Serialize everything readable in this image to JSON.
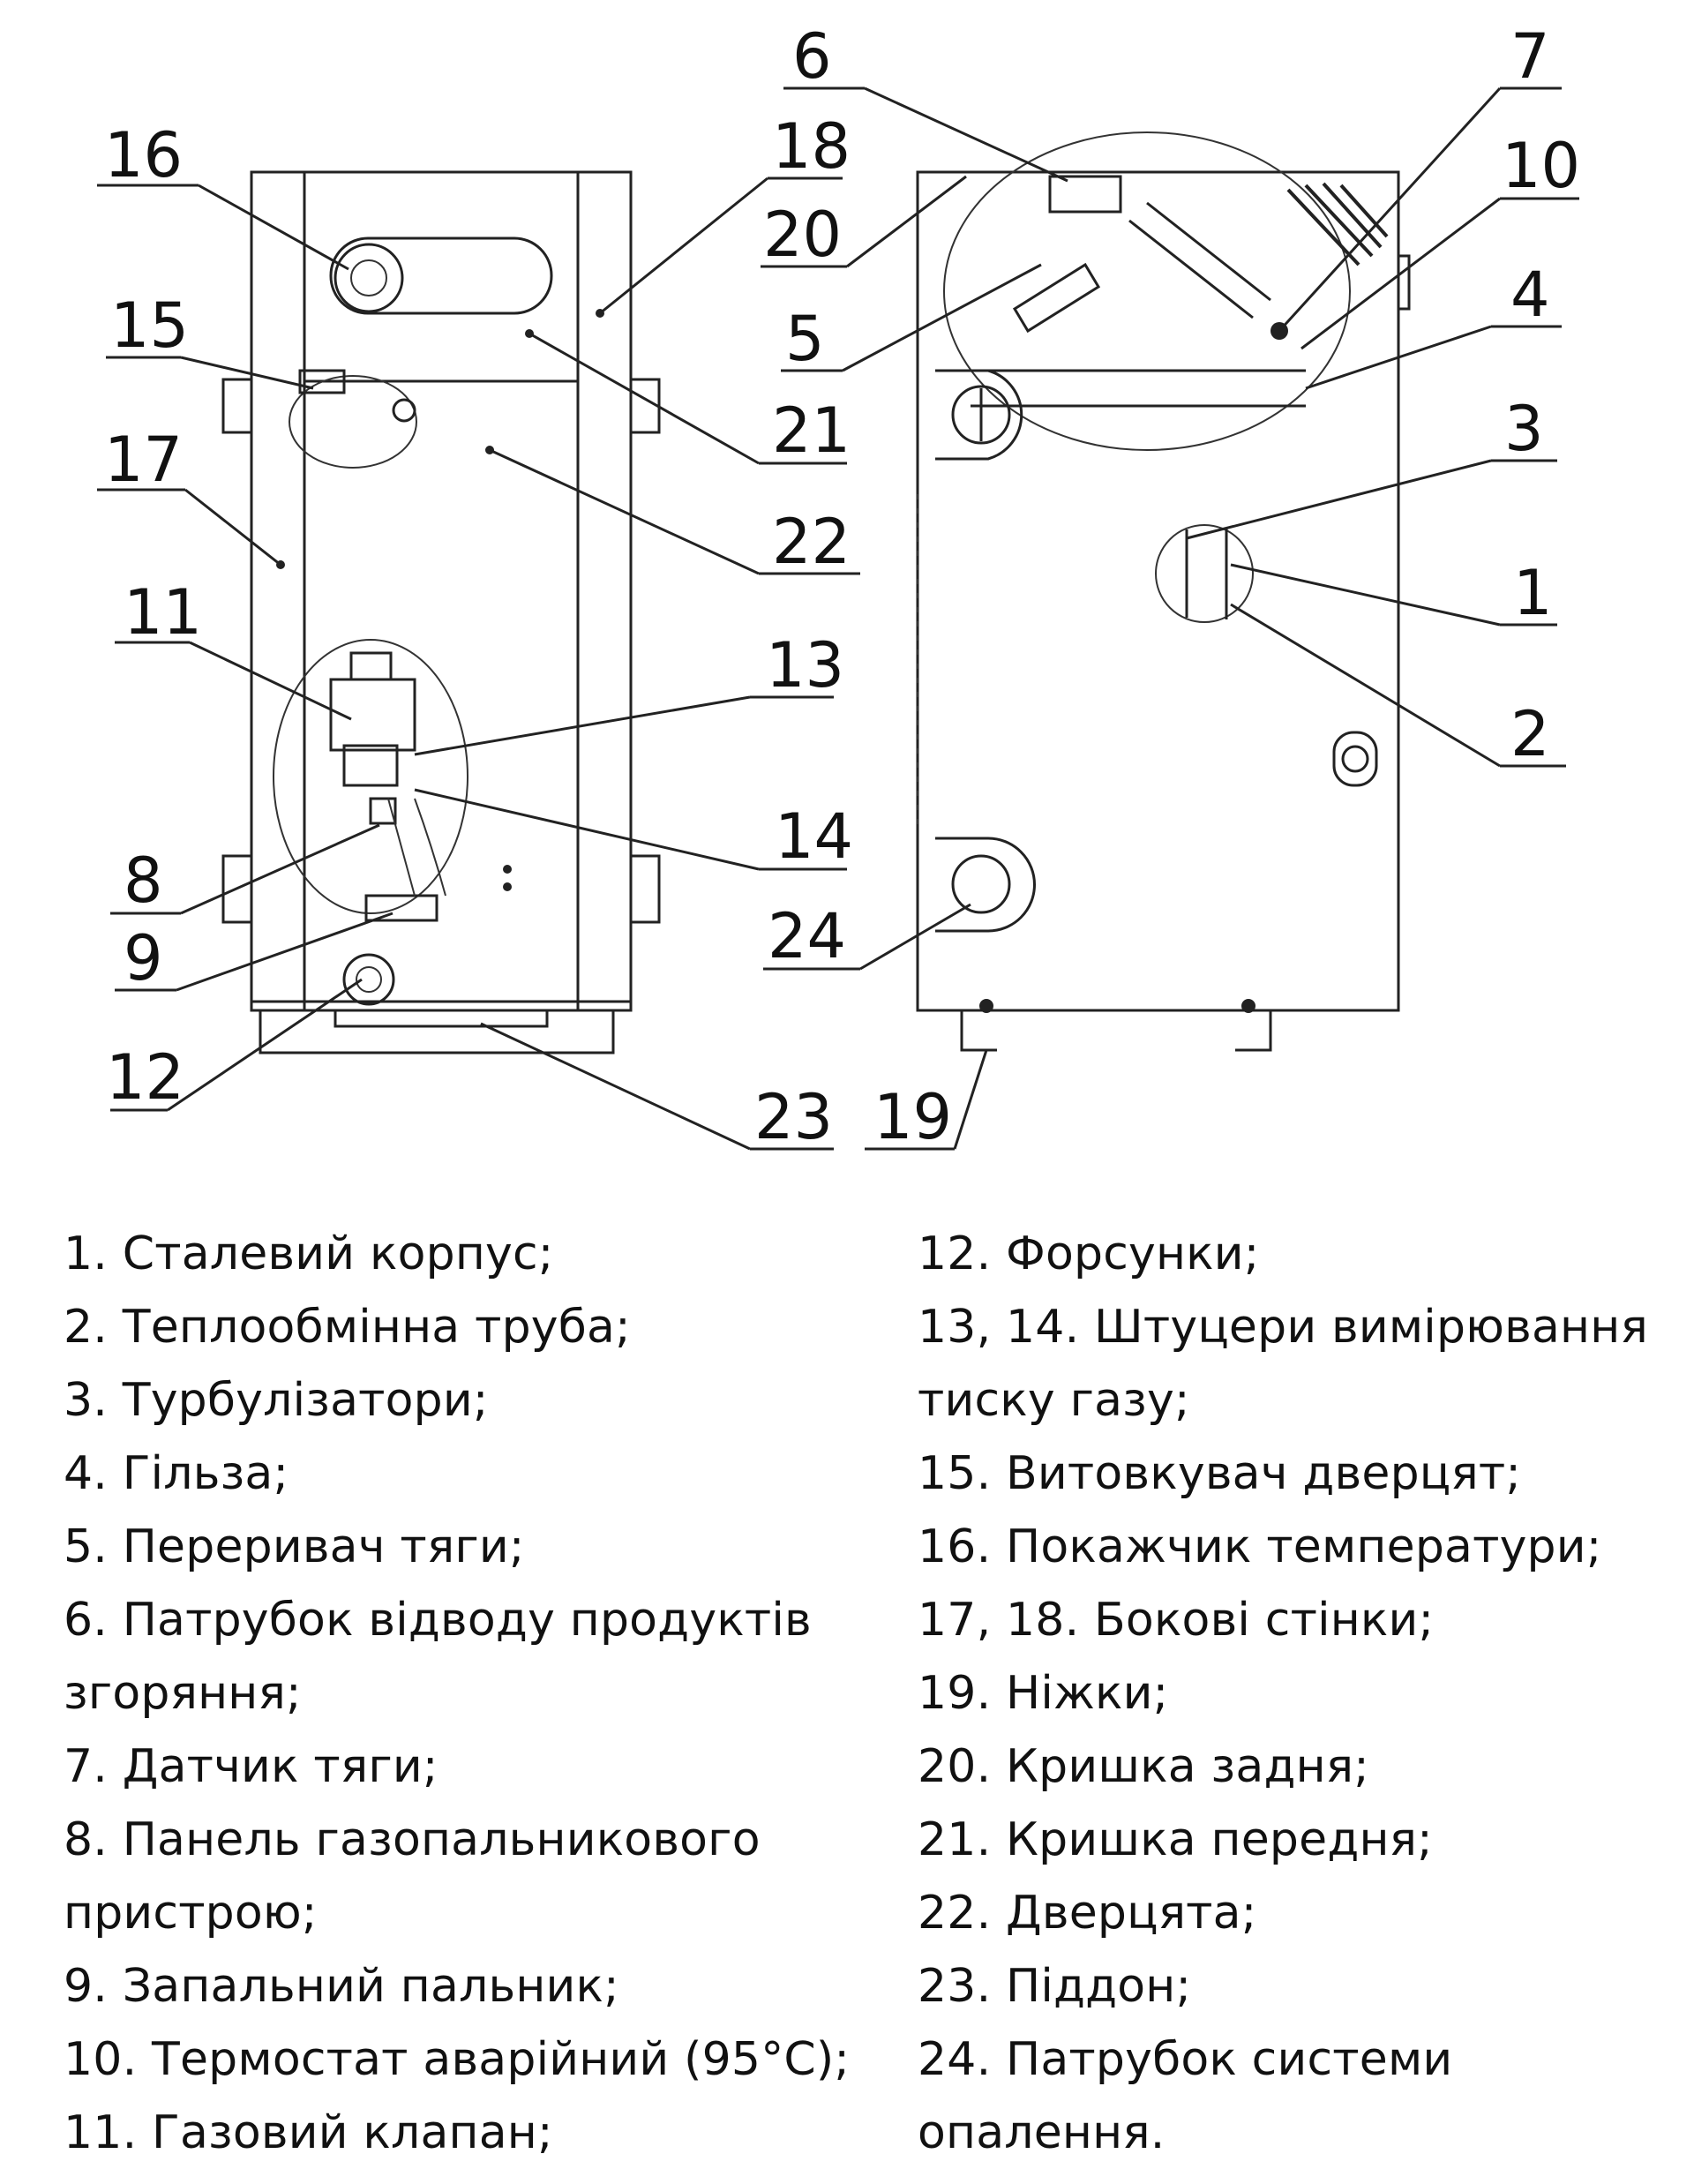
{
  "callouts": {
    "n1": "1",
    "n2": "2",
    "n3": "3",
    "n4": "4",
    "n5": "5",
    "n6": "6",
    "n7": "7",
    "n8": "8",
    "n9": "9",
    "n10": "10",
    "n11": "11",
    "n12": "12",
    "n13": "13",
    "n14": "14",
    "n15": "15",
    "n16": "16",
    "n17": "17",
    "n18": "18",
    "n19": "19",
    "n20": "20",
    "n21": "21",
    "n22": "22",
    "n23": "23",
    "n24": "24"
  },
  "legend": {
    "left": [
      "1. Сталевий корпус;",
      "2. Теплообмінна труба;",
      "3. Турбулізатори;",
      "4. Гільза;",
      "5. Переривач тяги;",
      "6. Патрубок відводу продуктів",
      "згоряння;",
      "7. Датчик тяги;",
      "8. Панель газопальникового",
      "пристрою;",
      "9. Запальний пальник;",
      "10. Термостат аварійний (95°С);",
      "11. Газовий клапан;"
    ],
    "right": [
      "12. Форсунки;",
      "13, 14. Штуцери вимірювання",
      "тиску газу;",
      "15. Витовкувач дверцят;",
      "16. Покажчик температури;",
      "17, 18. Бокові стінки;",
      "19. Ніжки;",
      "20. Кришка задня;",
      "21. Кришка передня;",
      "22. Дверцята;",
      "23. Піддон;",
      "24. Патрубок системи",
      "опалення."
    ]
  }
}
